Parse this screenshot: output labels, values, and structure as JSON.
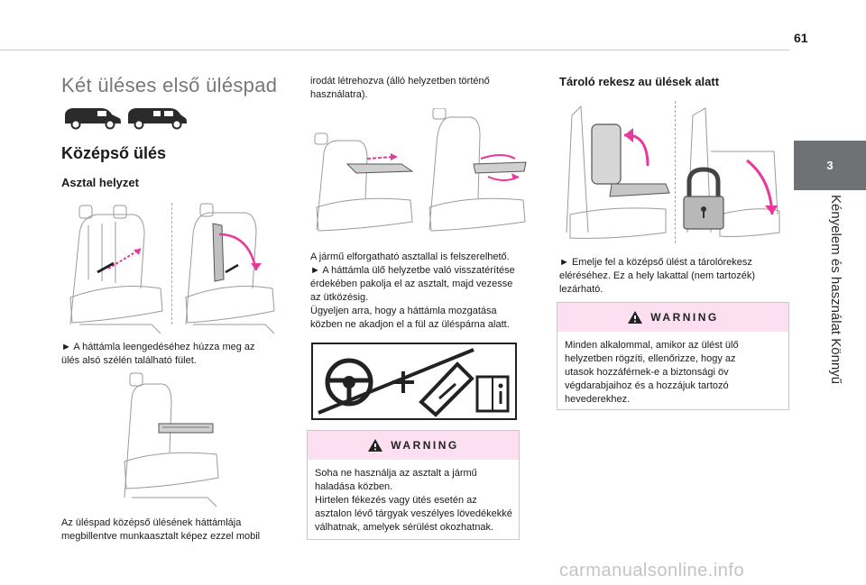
{
  "page": {
    "number": "61"
  },
  "chapter": {
    "number": "3",
    "title": "Kényelem és használat Könnyű"
  },
  "col1": {
    "heading": "Két üléses első üléspad",
    "subheading": "Középső ülés",
    "section": "Asztal helyzet",
    "step1": [
      "► A háttámla leengedéséhez húzza meg az",
      "ülés alsó szélén található fület."
    ],
    "para_bottom": [
      "Az üléspad középső ülésének háttámlája",
      "megbillentve munkaasztalt képez ezzel mobil"
    ]
  },
  "col2": {
    "para_top": [
      "irodát létrehozva (álló helyzetben történő",
      "használatra)."
    ],
    "para_mid": [
      "A jármű elforgatható asztallal is felszerelhető.",
      "► A háttámla ülő helyzetbe való visszatérítése",
      "érdekében pakolja el az asztalt, majd vezesse",
      "az ütközésig.",
      "Ügyeljen arra, hogy a háttámla mozgatása",
      "közben ne akadjon el a fül az üléspárna alatt."
    ],
    "warning": {
      "title": "WARNING",
      "lines": [
        "Soha ne használja az asztalt a jármű",
        "haladása közben.",
        "Hirtelen fékezés vagy ütés esetén az",
        "asztalon lévő tárgyak veszélyes lövedékekké",
        "válhatnak, amelyek sérülést okozhatnak."
      ]
    }
  },
  "col3": {
    "heading": "Tároló rekesz au ülések alatt",
    "para": [
      "► Emelje fel a középső ülést a tárolórekesz",
      "eléréséhez. Ez a hely lakattal (nem tartozék)",
      "lezárható."
    ],
    "warning": {
      "title": "WARNING",
      "lines": [
        "Minden alkalommal, amikor az ülést ülő",
        "helyzetben rögzíti, ellenőrizze, hogy az",
        "utasok hozzáférnek-e a biztonsági öv",
        "végdarabjaihoz és a hozzájuk tartozó",
        "hevederekhez."
      ]
    }
  },
  "watermark": "carmanualsonline.info",
  "colors": {
    "accent_magenta": "#e8389b",
    "warning_bg": "#fce0f2",
    "tab_gray": "#6e7274"
  }
}
